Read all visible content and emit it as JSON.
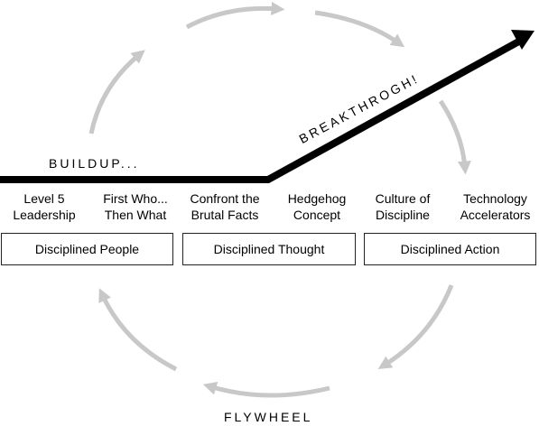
{
  "labels": {
    "buildup": "BUILDUP...",
    "breakthrough": "BREAKTHROGH!",
    "flywheel": "FLYWHEEL"
  },
  "concepts": [
    {
      "line1": "Level 5",
      "line2": "Leadership"
    },
    {
      "line1": "First Who...",
      "line2": "Then What"
    },
    {
      "line1": "Confront the",
      "line2": "Brutal Facts"
    },
    {
      "line1": "Hedgehog",
      "line2": "Concept"
    },
    {
      "line1": "Culture of",
      "line2": "Discipline"
    },
    {
      "line1": "Technology",
      "line2": "Accelerators"
    }
  ],
  "groups": [
    {
      "label": "Disciplined People"
    },
    {
      "label": "Disciplined Thought"
    },
    {
      "label": "Disciplined Action"
    }
  ],
  "colors": {
    "cycle_arrow": "#c8c8c8",
    "main_line": "#000000",
    "box_border": "#222222"
  }
}
